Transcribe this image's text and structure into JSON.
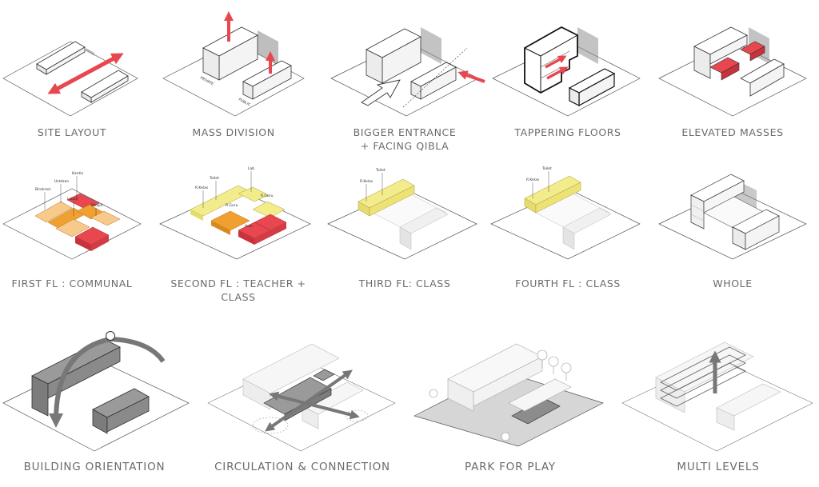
{
  "diagrams": {
    "site_layout": {
      "caption": "SITE LAYOUT"
    },
    "mass_division": {
      "caption": "MASS DIVISION",
      "label_private": "PRIVATE",
      "label_public": "PUBLIC"
    },
    "bigger_entrance": {
      "caption_line1": "BIGGER ENTRANCE",
      "caption_line2": "+ FACING QIBLA"
    },
    "tappering_floors": {
      "caption": "TAPPERING FLOORS"
    },
    "elevated_masses": {
      "caption": "ELEVATED MASSES"
    },
    "first_fl": {
      "caption": "FIRST FL : COMMUNAL",
      "labels": [
        "Kantin",
        "Ustdzan",
        "Birokrasi",
        "Lobby",
        "Masjid"
      ]
    },
    "second_fl": {
      "caption": "SECOND FL : TEACHER + CLASS",
      "labels": [
        "Lab",
        "Toilet",
        "R.Kelas",
        "R.Guru",
        "R.Guru",
        "Aula"
      ]
    },
    "third_fl": {
      "caption": "THIRD FL: CLASS",
      "labels": [
        "Toilet",
        "R.Kelas"
      ]
    },
    "fourth_fl": {
      "caption": "FOURTH FL : CLASS",
      "labels": [
        "Toilet",
        "R.Kelas"
      ]
    },
    "whole": {
      "caption": "WHOLE"
    },
    "building_orientation": {
      "caption": "BUILDING ORIENTATION"
    },
    "circulation": {
      "caption": "CIRCULATION & CONNECTION"
    },
    "park": {
      "caption": "PARK FOR PLAY"
    },
    "multi_levels": {
      "caption": "MULTI LEVELS"
    }
  },
  "colors": {
    "accent_red": "#e8474f",
    "orange": "#f0a030",
    "light_orange": "#f7c98a",
    "yellow": "#f3ec8c",
    "gray_block": "#8e8e8e",
    "caption": "#6b6b6b"
  }
}
